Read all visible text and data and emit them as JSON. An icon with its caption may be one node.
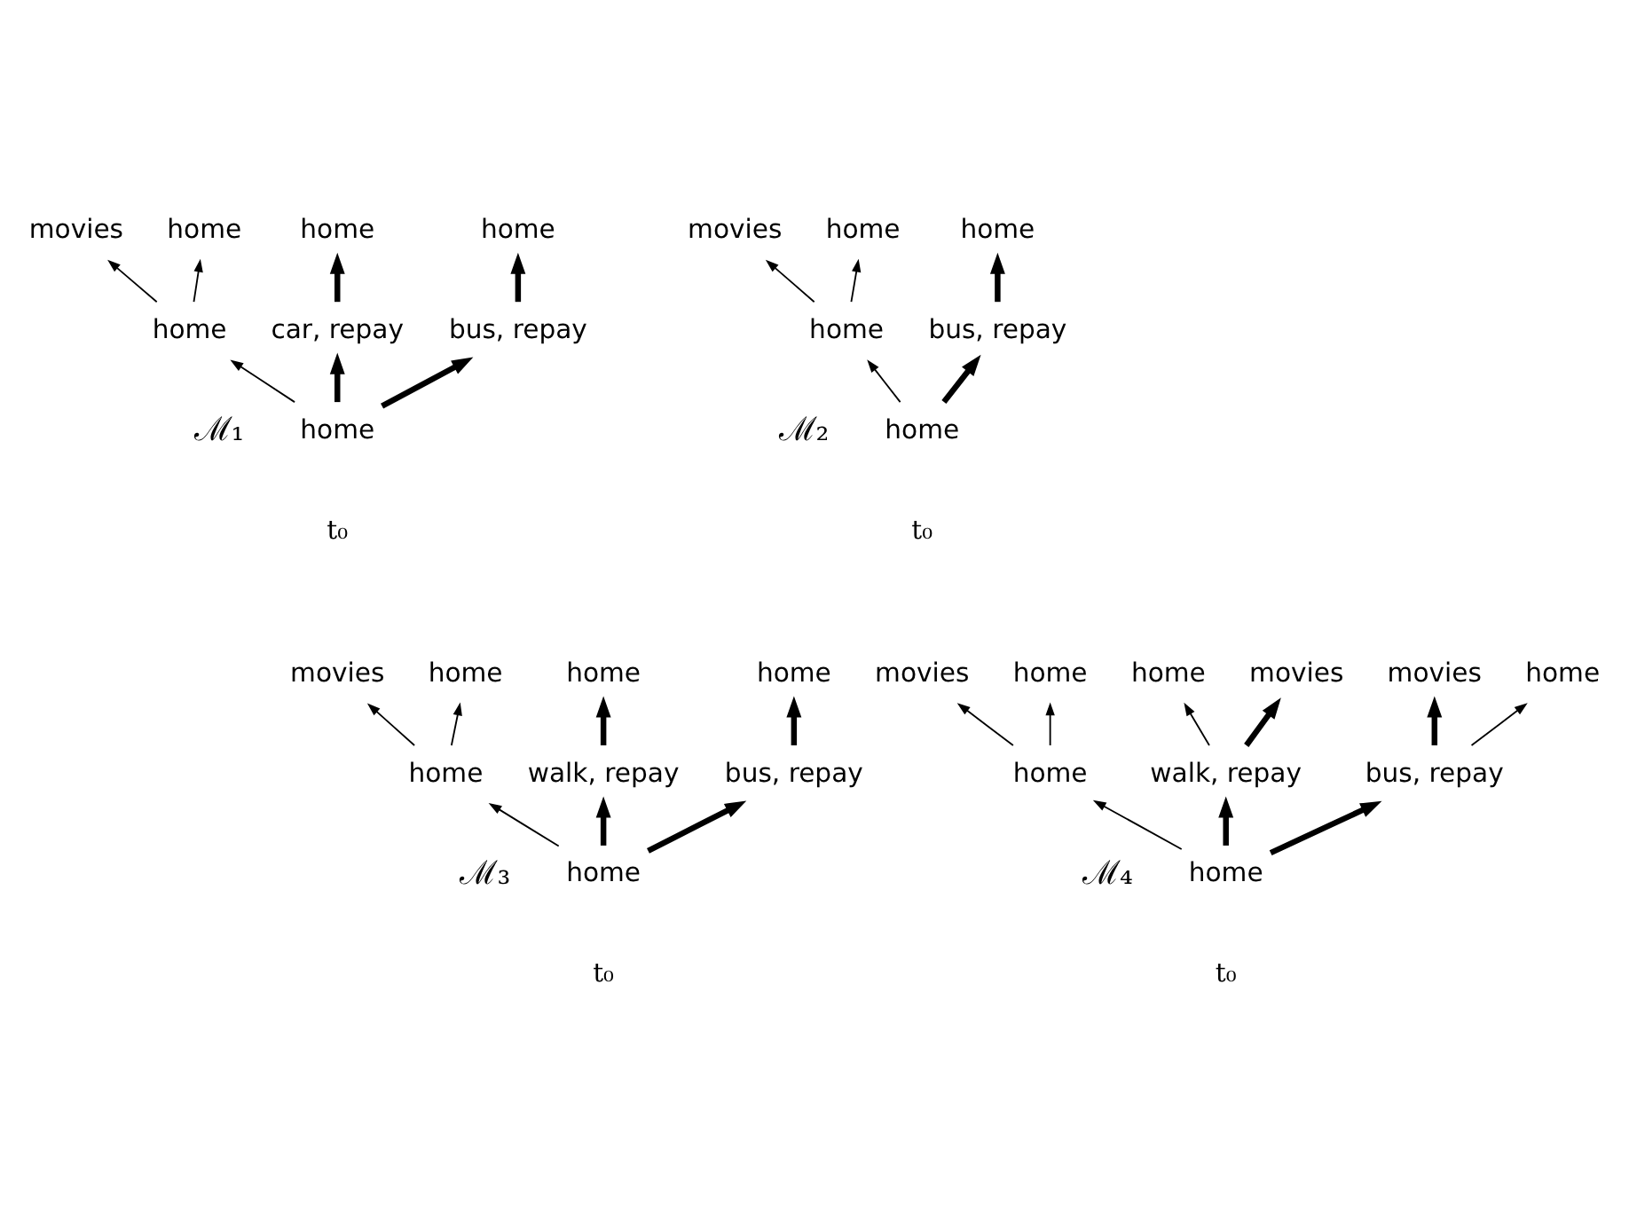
{
  "diagram": {
    "nodes": [
      {
        "text": [
          "home"
        ],
        "beside": [
          "t₀"
        ]
      },
      {
        "text": [
          "home"
        ]
      },
      {
        "text": [
          "car, repay"
        ]
      },
      {
        "text": [
          "bus, repay"
        ]
      },
      {
        "text": [
          "movies"
        ]
      },
      {
        "text": [
          "home"
        ]
      },
      {
        "text": [
          "home"
        ]
      },
      {
        "text": [
          "home"
        ]
      },
      {
        "text": [
          "home"
        ],
        "beside": [
          "t₀"
        ]
      },
      {
        "text": [
          "home"
        ]
      },
      {
        "text": [
          "bus, repay"
        ]
      },
      {
        "text": [
          "movies"
        ]
      },
      {
        "text": [
          "home"
        ]
      },
      {
        "text": [
          "home"
        ]
      },
      {
        "text": [
          "home"
        ],
        "beside": [
          "t₀"
        ]
      },
      {
        "text": [
          "home"
        ]
      },
      {
        "text": [
          "walk, repay"
        ]
      },
      {
        "text": [
          "bus, repay"
        ]
      },
      {
        "text": [
          "movies"
        ]
      },
      {
        "text": [
          "home"
        ]
      },
      {
        "text": [
          "home"
        ]
      },
      {
        "text": [
          "home"
        ]
      },
      {
        "text": [
          "home"
        ],
        "beside": [
          "t₀"
        ]
      },
      {
        "text": [
          "home"
        ]
      },
      {
        "text": [
          "walk, repay"
        ]
      },
      {
        "text": [
          "bus, repay"
        ]
      },
      {
        "text": [
          "movies"
        ]
      },
      {
        "text": [
          "home"
        ]
      },
      {
        "text": [
          "home"
        ]
      },
      {
        "text": [
          "movies"
        ]
      },
      {
        "text": [
          "movies"
        ]
      },
      {
        "text": [
          "home"
        ]
      }
    ],
    "edges": [
      {
        "from": 0,
        "to": 1,
        "arrow": "to"
      },
      {
        "from": 0,
        "to": 2,
        "arrow": "to",
        "style": "thick"
      },
      {
        "from": 0,
        "to": 3,
        "arrow": "to",
        "style": "thick"
      },
      {
        "from": 1,
        "to": 4,
        "arrow": "to"
      },
      {
        "from": 1,
        "to": 5,
        "arrow": "to"
      },
      {
        "from": 2,
        "to": 6,
        "arrow": "to",
        "style": "thick"
      },
      {
        "from": 3,
        "to": 7,
        "arrow": "to",
        "style": "thick"
      },
      {
        "from": 8,
        "to": 9,
        "arrow": "to"
      },
      {
        "from": 8,
        "to": 10,
        "arrow": "to",
        "style": "thick"
      },
      {
        "from": 9,
        "to": 11,
        "arrow": "to"
      },
      {
        "from": 9,
        "to": 12,
        "arrow": "to"
      },
      {
        "from": 10,
        "to": 13,
        "arrow": "to",
        "style": "thick"
      },
      {
        "from": 14,
        "to": 15,
        "arrow": "to"
      },
      {
        "from": 14,
        "to": 16,
        "arrow": "to",
        "style": "thick"
      },
      {
        "from": 14,
        "to": 17,
        "arrow": "to",
        "style": "thick"
      },
      {
        "from": 15,
        "to": 18,
        "arrow": "to"
      },
      {
        "from": 15,
        "to": 19,
        "arrow": "to"
      },
      {
        "from": 16,
        "to": 20,
        "arrow": "to",
        "style": "thick"
      },
      {
        "from": 17,
        "to": 21,
        "arrow": "to",
        "style": "thick"
      },
      {
        "from": 22,
        "to": 23,
        "arrow": "to"
      },
      {
        "from": 22,
        "to": 24,
        "arrow": "to",
        "style": "thick"
      },
      {
        "from": 22,
        "to": 25,
        "arrow": "to",
        "style": "thick"
      },
      {
        "from": 23,
        "to": 26,
        "arrow": "to"
      },
      {
        "from": 23,
        "to": 27,
        "arrow": "to"
      },
      {
        "from": 24,
        "to": 28,
        "arrow": "to"
      },
      {
        "from": 24,
        "to": 29,
        "arrow": "to",
        "style": "thick"
      },
      {
        "from": 25,
        "to": 30,
        "arrow": "to",
        "style": "thick"
      },
      {
        "from": 25,
        "to": 31,
        "arrow": "to"
      }
    ],
    "labels": [
      "ℳ₁",
      "ℳ₂",
      "ℳ₃",
      "ℳ₄"
    ]
  }
}
